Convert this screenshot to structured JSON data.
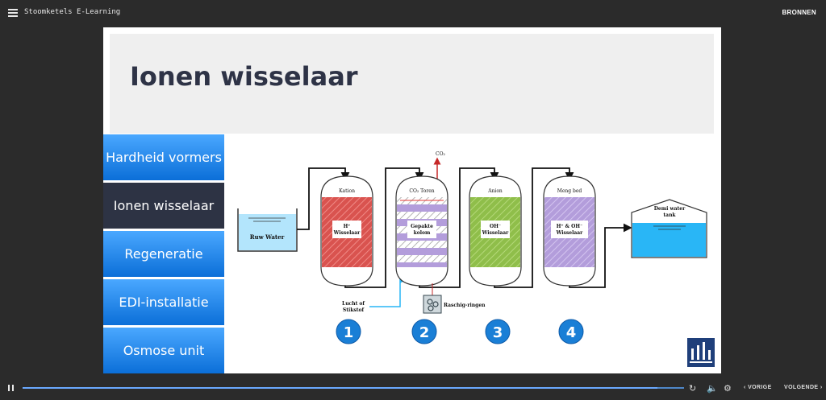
{
  "app": {
    "title": "Stoomketels E-Learning",
    "resources_label": "BRONNEN"
  },
  "slide": {
    "title": "Ionen wisselaar",
    "nav_items": [
      {
        "label": "Hardheid vormers",
        "active": false
      },
      {
        "label": "Ionen wisselaar",
        "active": true
      },
      {
        "label": "Regeneratie",
        "active": false
      },
      {
        "label": "EDI-installatie",
        "active": false
      },
      {
        "label": "Osmose unit",
        "active": false
      }
    ]
  },
  "diagram": {
    "raw_water_label": "Ruw Water",
    "kation": {
      "top_label": "Kation",
      "label_line1": "H⁺",
      "label_line2": "Wisselaar",
      "step": "1"
    },
    "co2_tower": {
      "top_label": "CO₂ Toren",
      "label_line1": "Gepakte",
      "label_line2": "kolom",
      "step": "2",
      "co2_out_label": "CO₂"
    },
    "anion": {
      "top_label": "Anion",
      "label_line1": "OH⁻",
      "label_line2": "Wisselaar",
      "step": "3"
    },
    "mixed_bed": {
      "top_label": "Meng bed",
      "label_line1": "H⁺ & OH⁻",
      "label_line2": "Wisselaar",
      "step": "4"
    },
    "demi_tank": {
      "label_line1": "Demi water",
      "label_line2": "tank"
    },
    "air_label_line1": "Lucht of",
    "air_label_line2": "Stikstof",
    "raschig_label": "Raschig-ringen",
    "colors": {
      "kation": "#d9534f",
      "anion": "#8fbe4a",
      "mixed": "#b39ddb",
      "water": "#29b6f6",
      "step": "#1a7fd6"
    }
  },
  "player": {
    "progress": 0.96,
    "prev_label": "VORIGE",
    "next_label": "VOLGENDE"
  }
}
